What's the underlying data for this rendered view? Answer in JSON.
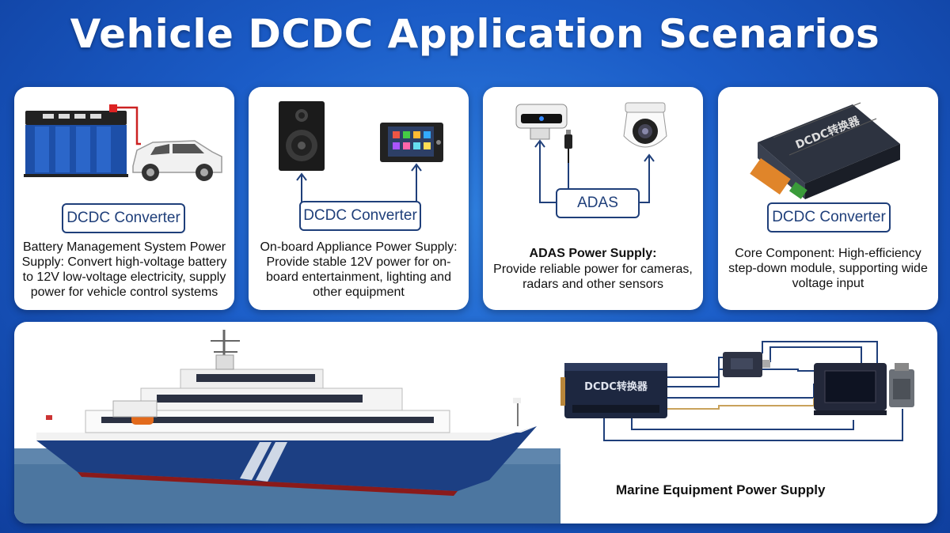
{
  "title": "Vehicle DCDC Application Scenarios",
  "colors": {
    "background": "#1b5cc7",
    "card": "#ffffff",
    "label_border": "#1f3f7a",
    "connector": "#1f3f7a"
  },
  "cards": [
    {
      "label": "DCDC Converter",
      "description": "Battery Management System Power Supply: Convert high-voltage battery to 12V low-voltage electricity, supply power for vehicle control systems",
      "icons": [
        "battery-icon",
        "car-icon"
      ]
    },
    {
      "label": "DCDC Converter",
      "description": "On-board Appliance Power Supply: Provide stable 12V power for on-board entertainment, lighting and other equipment",
      "icons": [
        "speaker-icon",
        "head-unit-icon"
      ]
    },
    {
      "label": "ADAS",
      "heading": "ADAS Power Supply:",
      "description": "Provide reliable power for cameras, radars and other sensors",
      "icons": [
        "adas-camera-icon",
        "connector-plug-icon",
        "dome-camera-icon"
      ]
    },
    {
      "label": "DCDC Converter",
      "heading": "Core Component:",
      "description": "High-efficiency step-down module, supporting wide voltage input",
      "module_text": "DCDC转换器",
      "icons": [
        "dcdc-module-icon"
      ]
    }
  ],
  "marine": {
    "label": "Marine Equipment Power Supply",
    "module_text": "DCDC转换器",
    "icons": [
      "ship-icon",
      "dcdc-module-icon",
      "controller-box-icon",
      "marine-display-icon",
      "sensor-unit-icon"
    ]
  }
}
